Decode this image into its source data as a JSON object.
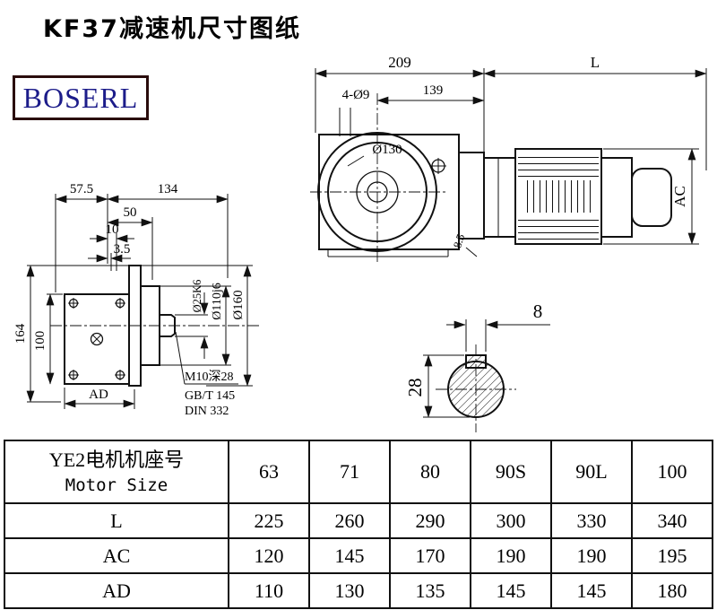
{
  "page": {
    "title": "KF37减速机尺寸图纸",
    "brand": "BOSERL",
    "brand_color": "#1c1c8a"
  },
  "front_view": {
    "dim_total": "209",
    "dim_L": "L",
    "dim_holes": "4-Ø9",
    "dim_139": "139",
    "dim_d130": "Ø130",
    "dim_85": "8.5",
    "dim_AC": "AC"
  },
  "side_view": {
    "dim_575": "57.5",
    "dim_134": "134",
    "dim_50": "50",
    "dim_10": "10",
    "dim_35": "3.5",
    "dim_164": "164",
    "dim_100": "100",
    "dim_AD": "AD",
    "dim_d25": "Ø25K6",
    "dim_d110": "Ø110j6",
    "dim_d160": "Ø160",
    "note_tap": "M10深28",
    "note_gbt": "GB/T 145",
    "note_din": "DIN 332"
  },
  "shaft_section": {
    "dim_key_width": "8",
    "dim_key_height": "28"
  },
  "table": {
    "header_cn": "YE2电机机座号",
    "header_en": "Motor Size",
    "columns": [
      "63",
      "71",
      "80",
      "90S",
      "90L",
      "100"
    ],
    "rows": [
      {
        "label": "L",
        "values": [
          "225",
          "260",
          "290",
          "300",
          "330",
          "340"
        ]
      },
      {
        "label": "AC",
        "values": [
          "120",
          "145",
          "170",
          "190",
          "190",
          "195"
        ]
      },
      {
        "label": "AD",
        "values": [
          "110",
          "130",
          "135",
          "145",
          "145",
          "180"
        ]
      }
    ]
  }
}
